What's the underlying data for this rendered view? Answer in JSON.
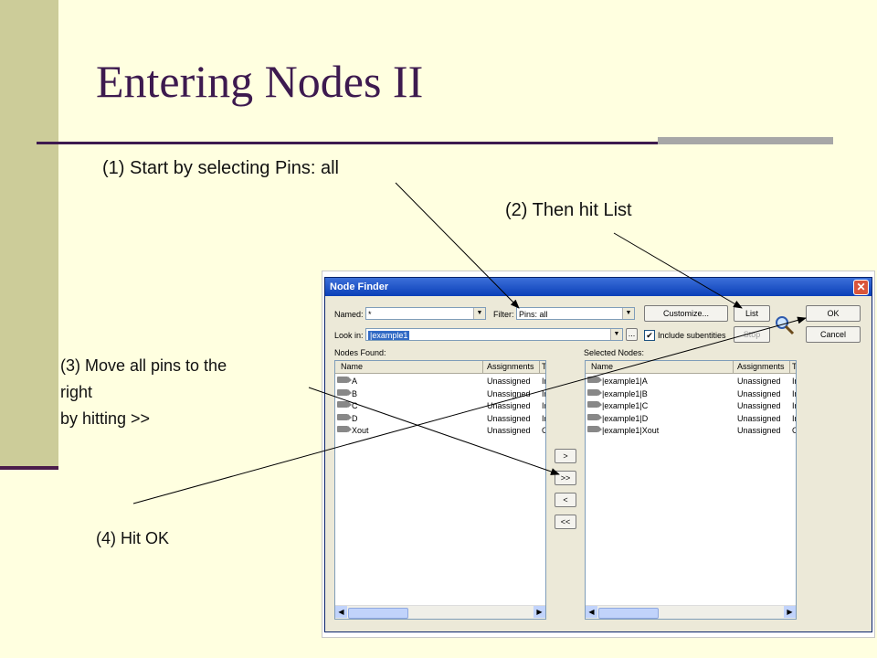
{
  "slide": {
    "title": "Entering Nodes II",
    "callouts": {
      "step1": "(1) Start by selecting Pins: all",
      "step2": "(2) Then hit List",
      "step3_line1": "(3) Move all pins to the",
      "step3_line2": "right",
      "step3_line3": "by hitting >>",
      "step4": "(4) Hit OK"
    }
  },
  "dialog": {
    "title": "Node Finder",
    "close_glyph": "✕",
    "named_label": "Named:",
    "named_value": "*",
    "filter_label": "Filter:",
    "filter_value": "Pins: all",
    "look_in_label": "Look in:",
    "look_in_value": "|example1",
    "browse_label": "...",
    "include_subentities": "Include subentities",
    "include_checked": "✔",
    "buttons": {
      "customize": "Customize...",
      "list": "List",
      "stop": "Stop",
      "ok": "OK",
      "cancel": "Cancel"
    },
    "transfer": {
      "move_one": ">",
      "move_all": ">>",
      "remove_one": "<",
      "remove_all": "<<"
    },
    "nodes_found_label": "Nodes Found:",
    "selected_nodes_label": "Selected Nodes:",
    "columns": [
      "Name",
      "Assignments",
      "T"
    ],
    "nodes_found": [
      {
        "name": "A",
        "assign": "Unassigned",
        "type": "In"
      },
      {
        "name": "B",
        "assign": "Unassigned",
        "type": "In"
      },
      {
        "name": "C",
        "assign": "Unassigned",
        "type": "In"
      },
      {
        "name": "D",
        "assign": "Unassigned",
        "type": "In"
      },
      {
        "name": "Xout",
        "assign": "Unassigned",
        "type": "O"
      }
    ],
    "selected_nodes": [
      {
        "name": "|example1|A",
        "assign": "Unassigned",
        "type": "In"
      },
      {
        "name": "|example1|B",
        "assign": "Unassigned",
        "type": "In"
      },
      {
        "name": "|example1|C",
        "assign": "Unassigned",
        "type": "In"
      },
      {
        "name": "|example1|D",
        "assign": "Unassigned",
        "type": "In"
      },
      {
        "name": "|example1|Xout",
        "assign": "Unassigned",
        "type": "O"
      }
    ]
  }
}
